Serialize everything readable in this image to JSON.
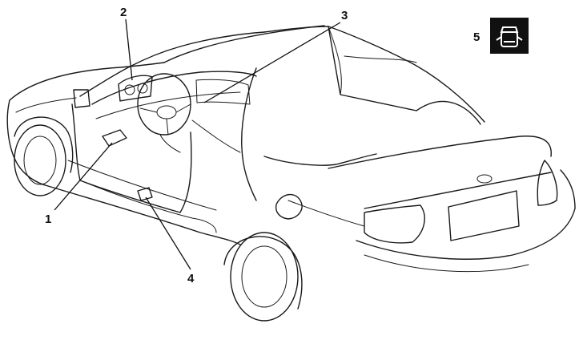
{
  "callouts": [
    {
      "id": "1",
      "label": "1"
    },
    {
      "id": "2",
      "label": "2"
    },
    {
      "id": "3",
      "label": "3"
    },
    {
      "id": "4",
      "label": "4"
    },
    {
      "id": "5",
      "label": "5"
    }
  ],
  "icons": {
    "door_ajar_indicator": "car-door-open-icon"
  },
  "colors": {
    "ink": "#1a1a1a",
    "indicator_bg": "#111111",
    "paper": "#ffffff"
  }
}
